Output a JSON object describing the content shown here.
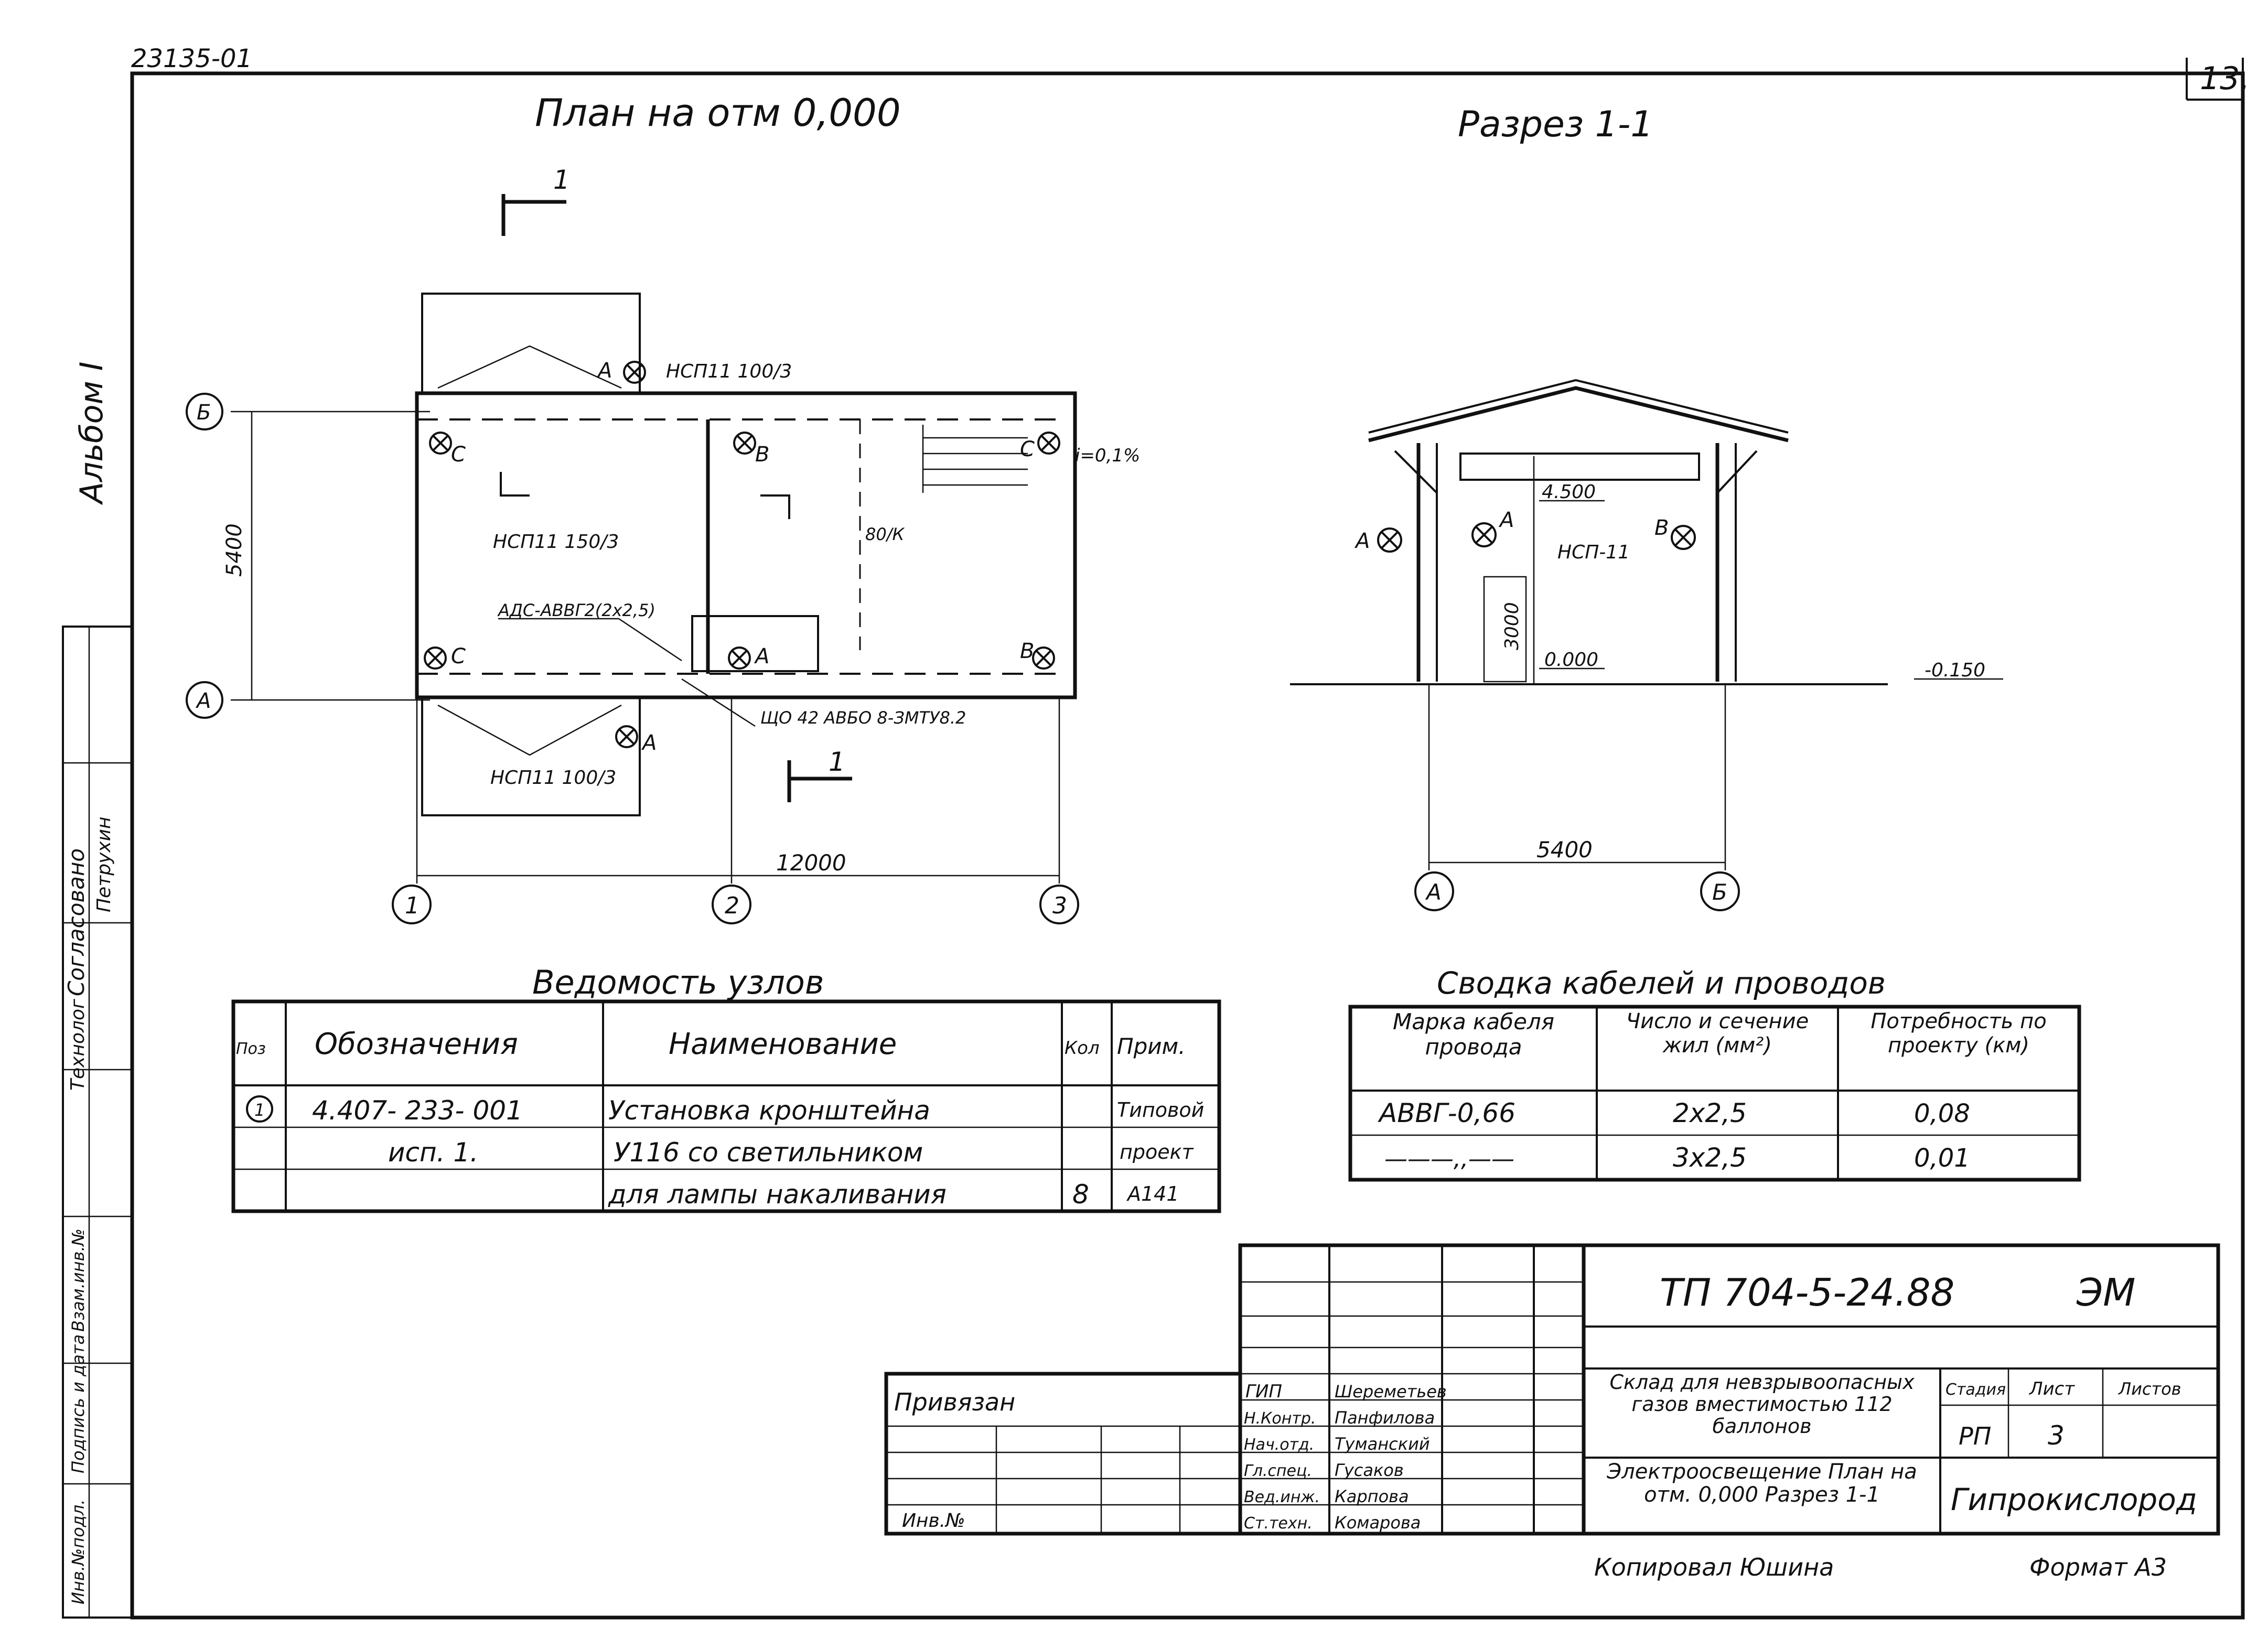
{
  "sheet": {
    "code": "23135-01",
    "page": "13.",
    "album": "Альбом I",
    "format": "Формат А3",
    "copied": "Копировал Юшина"
  },
  "plan": {
    "title": "План на отм 0,000",
    "section_mark": "1",
    "dim_vertical": "5400",
    "dim_horizontal": "12000",
    "axes_letters": [
      "Б",
      "А"
    ],
    "axes_numbers": [
      "1",
      "2",
      "3"
    ],
    "lamp_labels": [
      "С",
      "В",
      "С",
      "С",
      "В",
      "А",
      "А",
      "А"
    ],
    "note_top": "НСП11 100/3",
    "note_middle": "НСП11 150/3",
    "note_bottom": "НСП11 100/3",
    "note_cable": "АДС-АВВГ2(2х2,5)",
    "note_panel": "ЩО 42 АВБО 8-ЗМТУ8.2",
    "note_slope": "i=0,1%",
    "room_label": "80/К",
    "circle_note": "1"
  },
  "section": {
    "title": "Разрез 1-1",
    "elev_top": "4.500",
    "elev_lamp": "3000",
    "elev_zero": "0.000",
    "elev_ground": "-0.150",
    "lamp_type": "НСП-11",
    "lamp_labels": [
      "А",
      "А",
      "В"
    ],
    "dim_width": "5400",
    "axes": [
      "А",
      "Б"
    ]
  },
  "nodes_table": {
    "title": "Ведомость узлов",
    "headers": [
      "Поз",
      "Обозначения",
      "Наименование",
      "Кол",
      "Прим."
    ],
    "rows": [
      [
        "1",
        "4.407- 233- 001",
        "Установка кронштейна",
        "",
        "Типовой"
      ],
      [
        "",
        "исп. 1.",
        "У116 со светильником",
        "",
        "проект"
      ],
      [
        "",
        "",
        "для лампы накаливания",
        "8",
        "А141"
      ]
    ]
  },
  "cables_table": {
    "title": "Сводка кабелей и проводов",
    "headers": [
      "Марка кабеля провода",
      "Число и сечение жил (мм²)",
      "Потребность по проекту (км)"
    ],
    "rows": [
      [
        "АВВГ-0,66",
        "2х2,5",
        "0,08"
      ],
      [
        "———,,——",
        "3х2,5",
        "0,01"
      ]
    ]
  },
  "stamp": {
    "project_code": "ТП 704-5-24.88",
    "section_code": "ЭМ",
    "tied_label": "Привязан",
    "inv_label": "Инв.№",
    "roles": [
      "ГИП",
      "Н.Контр.",
      "Нач.отд.",
      "Гл.спец.",
      "Вед.инж.",
      "Ст.техн."
    ],
    "names": [
      "Шереметьев",
      "Панфилова",
      "Туманский",
      "Гусаков",
      "Карпова",
      "Комарова"
    ],
    "object_name": "Склад для невзрывоопасных газов вместимостью 112 баллонов",
    "drawing_name": "Электроосвещение План на отм. 0,000 Разрез 1-1",
    "stage_header": "Стадия",
    "sheet_header": "Лист",
    "sheets_header": "Листов",
    "stage": "РП",
    "sheet_no": "3",
    "organization": "Гипрокислород"
  },
  "left_strip": {
    "agreed": "Согласовано",
    "tech": "Технолог",
    "receiver": "Петрухин",
    "inv_orig": "Инв.№подл.",
    "sign_date": "Подпись и дата",
    "replace": "Взам.инв.№"
  }
}
